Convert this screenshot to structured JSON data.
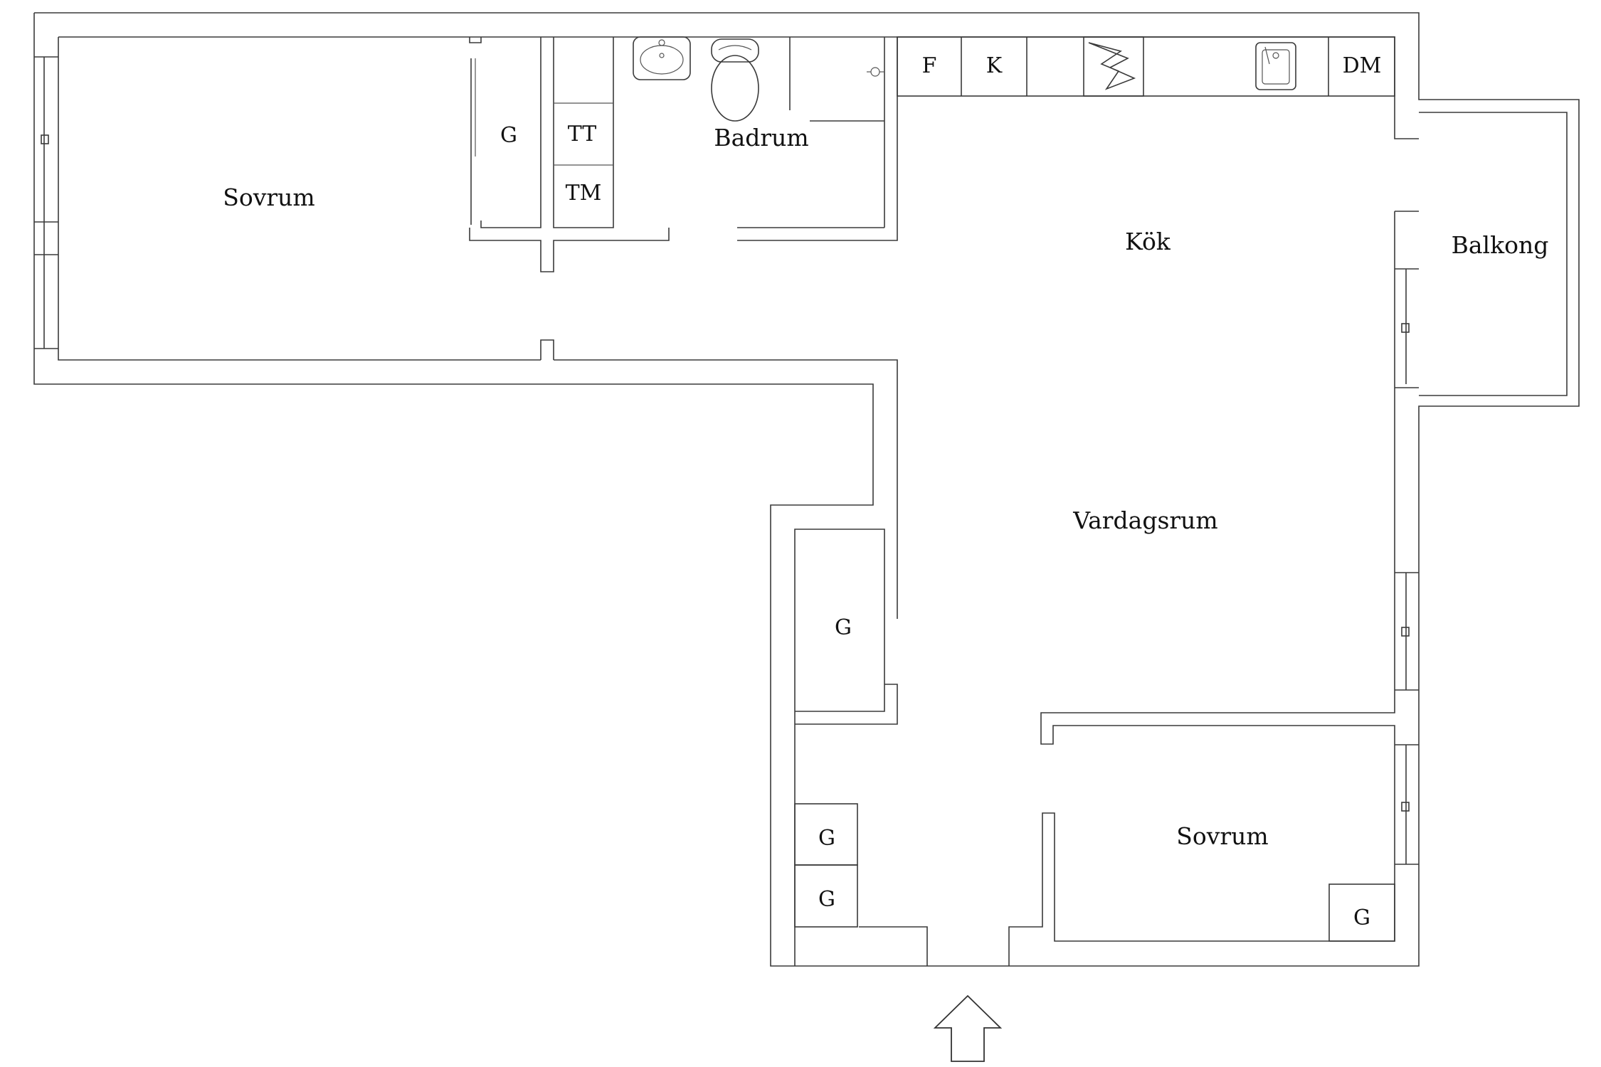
{
  "labels": {
    "sovrum_main": "Sovrum",
    "g_closet_1": "G",
    "tt": "TT",
    "tm": "TM",
    "badrum": "Badrum",
    "f": "F",
    "k": "K",
    "dm": "DM",
    "kok": "Kök",
    "balkong": "Balkong",
    "vardagsrum": "Vardagsrum",
    "g_closet_2": "G",
    "g_hall_1": "G",
    "g_hall_2": "G",
    "sovrum_second": "Sovrum",
    "g_closet_3": "G"
  },
  "icons": {
    "sink": "bathroom-sink-icon",
    "toilet": "toilet-icon",
    "shower": "shower-icon",
    "stove": "stove-icon",
    "kitchen_sink": "kitchen-sink-icon",
    "entrance": "entrance-arrow-icon"
  }
}
